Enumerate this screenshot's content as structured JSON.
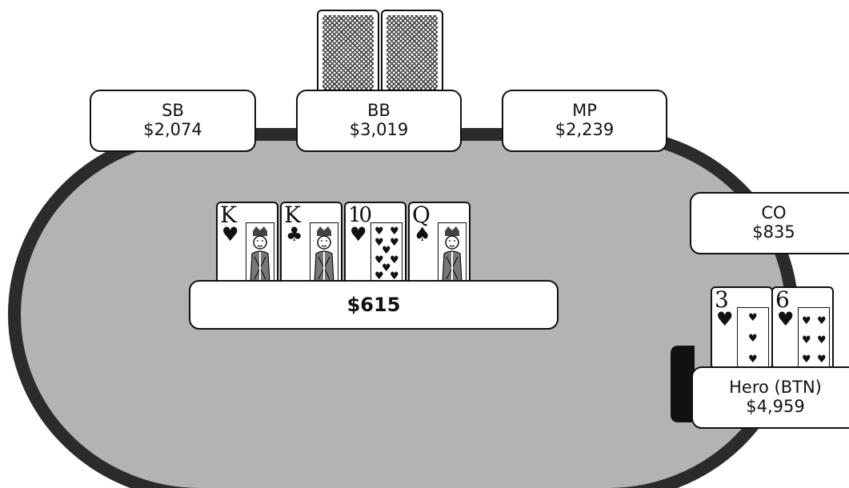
{
  "seats": {
    "sb": {
      "name": "SB",
      "stack": "$2,074"
    },
    "bb": {
      "name": "BB",
      "stack": "$3,019"
    },
    "mp": {
      "name": "MP",
      "stack": "$2,239"
    },
    "co": {
      "name": "CO",
      "stack": "$835"
    },
    "hero": {
      "name": "Hero (BTN)",
      "stack": "$4,959"
    }
  },
  "pot": "$615",
  "board": [
    {
      "rank": "K",
      "suit": "♥",
      "suit_name": "hearts",
      "kind": "face"
    },
    {
      "rank": "K",
      "suit": "♣",
      "suit_name": "clubs",
      "kind": "face"
    },
    {
      "rank": "10",
      "suit": "♥",
      "suit_name": "hearts",
      "kind": "pips"
    },
    {
      "rank": "Q",
      "suit": "♠",
      "suit_name": "spades",
      "kind": "face"
    }
  ],
  "hero_cards": [
    {
      "rank": "3",
      "suit": "♥",
      "suit_name": "hearts",
      "kind": "pips"
    },
    {
      "rank": "6",
      "suit": "♥",
      "suit_name": "hearts",
      "kind": "pips"
    }
  ],
  "colors": {
    "felt": "#b3b3b3",
    "rail": "#2b2b2b",
    "card_back": "#4a4a4a"
  }
}
